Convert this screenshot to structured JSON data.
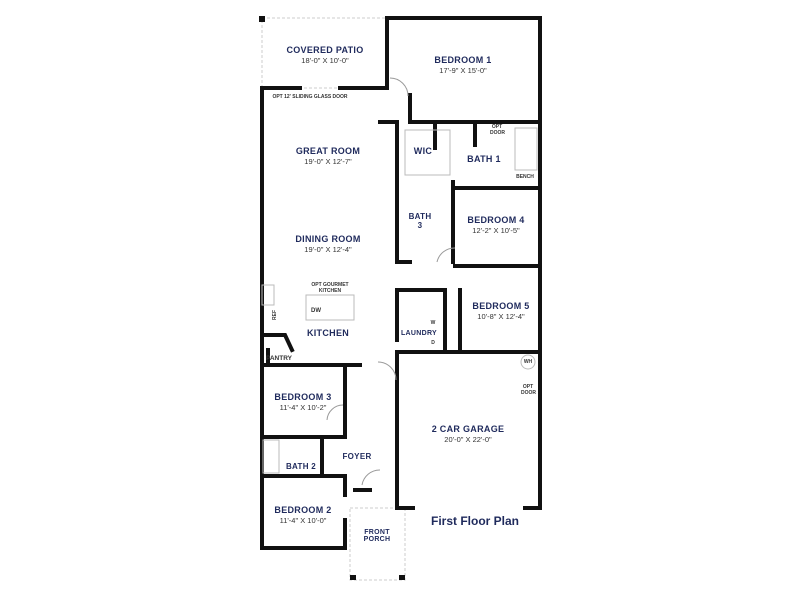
{
  "plan_title": "First Floor Plan",
  "rooms": [
    {
      "name": "COVERED PATIO",
      "dims": "18'-0\" X 10'-0\""
    },
    {
      "name": "BEDROOM 1",
      "dims": "17'-9\" X 15'-0\""
    },
    {
      "name": "GREAT ROOM",
      "dims": "19'-0\" X 12'-7\""
    },
    {
      "name": "DINING ROOM",
      "dims": "19'-0\" X 12'-4\""
    },
    {
      "name": "BEDROOM 4",
      "dims": "12'-2\" X 10'-5\""
    },
    {
      "name": "BEDROOM 5",
      "dims": "10'-8\" X 12'-4\""
    },
    {
      "name": "BEDROOM 3",
      "dims": "11'-4\" X 10'-2\""
    },
    {
      "name": "BEDROOM 2",
      "dims": "11'-4\" X 10'-0\""
    },
    {
      "name": "2 CAR GARAGE",
      "dims": "20'-0\" X 22'-0\""
    }
  ],
  "labels": {
    "wic": "WIC",
    "bath1": "BATH 1",
    "bath3": "BATH 3",
    "bath2": "BATH 2",
    "kitchen": "KITCHEN",
    "laundry": "LAUNDRY",
    "foyer": "FOYER",
    "front_porch": "FRONT PORCH",
    "pantry": "PANTRY",
    "ref": "REF",
    "dw": "DW",
    "wh": "WH",
    "bench": "BENCH",
    "opt_door_bath": "OPT DOOR",
    "opt_door_garage": "OPT DOOR",
    "opt_gourmet": "OPT GOURMET KITCHEN",
    "sliding_door": "OPT 12' SLIDING GLASS DOOR",
    "washer": "W",
    "dryer": "D"
  }
}
